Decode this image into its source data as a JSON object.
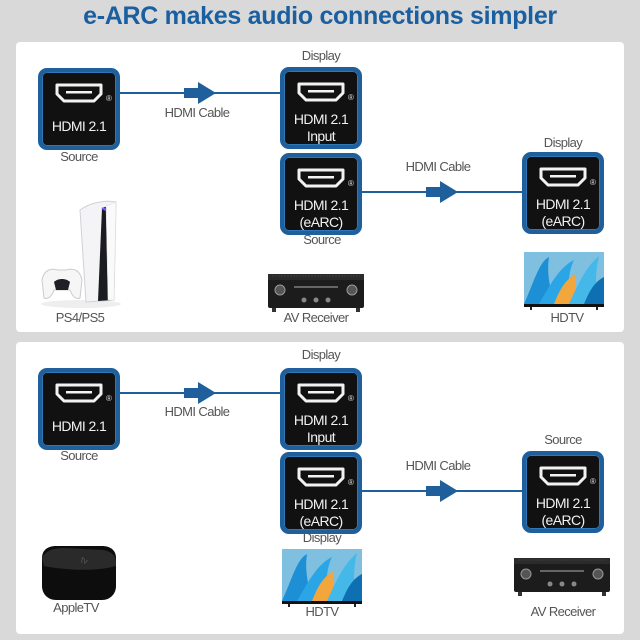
{
  "title": "e-ARC makes audio connections simpler",
  "colors": {
    "title": "#1a5fa0",
    "port_border": "#1e5f9c",
    "cable": "#1e5f9c",
    "port_fill": "#111111",
    "background": "#d9d9d9",
    "panel": "#ffffff"
  },
  "panels": [
    {
      "source_port": {
        "line1": "HDMI 2.1",
        "caption": "Source"
      },
      "cable_1_label": "HDMI Cable",
      "middle_top_port": {
        "top_caption": "Display",
        "line1": "HDMI 2.1",
        "line2": "Input"
      },
      "middle_bottom_port": {
        "line1": "HDMI 2.1",
        "line2": "(eARC)",
        "caption": "Source"
      },
      "cable_2_label": "HDMI Cable",
      "right_port": {
        "top_caption": "Display",
        "line1": "HDMI 2.1",
        "line2": "(eARC)"
      },
      "devices": {
        "left": {
          "icon": "game-console-icon",
          "label": "PS4/PS5"
        },
        "middle": {
          "icon": "av-receiver-icon",
          "label": "AV Receiver"
        },
        "right": {
          "icon": "tv-icon",
          "label": "HDTV"
        }
      }
    },
    {
      "source_port": {
        "line1": "HDMI 2.1",
        "caption": "Source"
      },
      "cable_1_label": "HDMI Cable",
      "middle_top_port": {
        "top_caption": "Display",
        "line1": "HDMI 2.1",
        "line2": "Input"
      },
      "middle_bottom_port": {
        "line1": "HDMI 2.1",
        "line2": "(eARC)",
        "caption": "Display"
      },
      "cable_2_label": "HDMI Cable",
      "right_port": {
        "top_caption": "Source",
        "line1": "HDMI 2.1",
        "line2": "(eARC)"
      },
      "devices": {
        "left": {
          "icon": "streaming-box-icon",
          "label": "AppleTV"
        },
        "middle": {
          "icon": "tv-icon",
          "label": "HDTV"
        },
        "right": {
          "icon": "av-receiver-icon",
          "label": "AV Receiver"
        }
      }
    }
  ]
}
